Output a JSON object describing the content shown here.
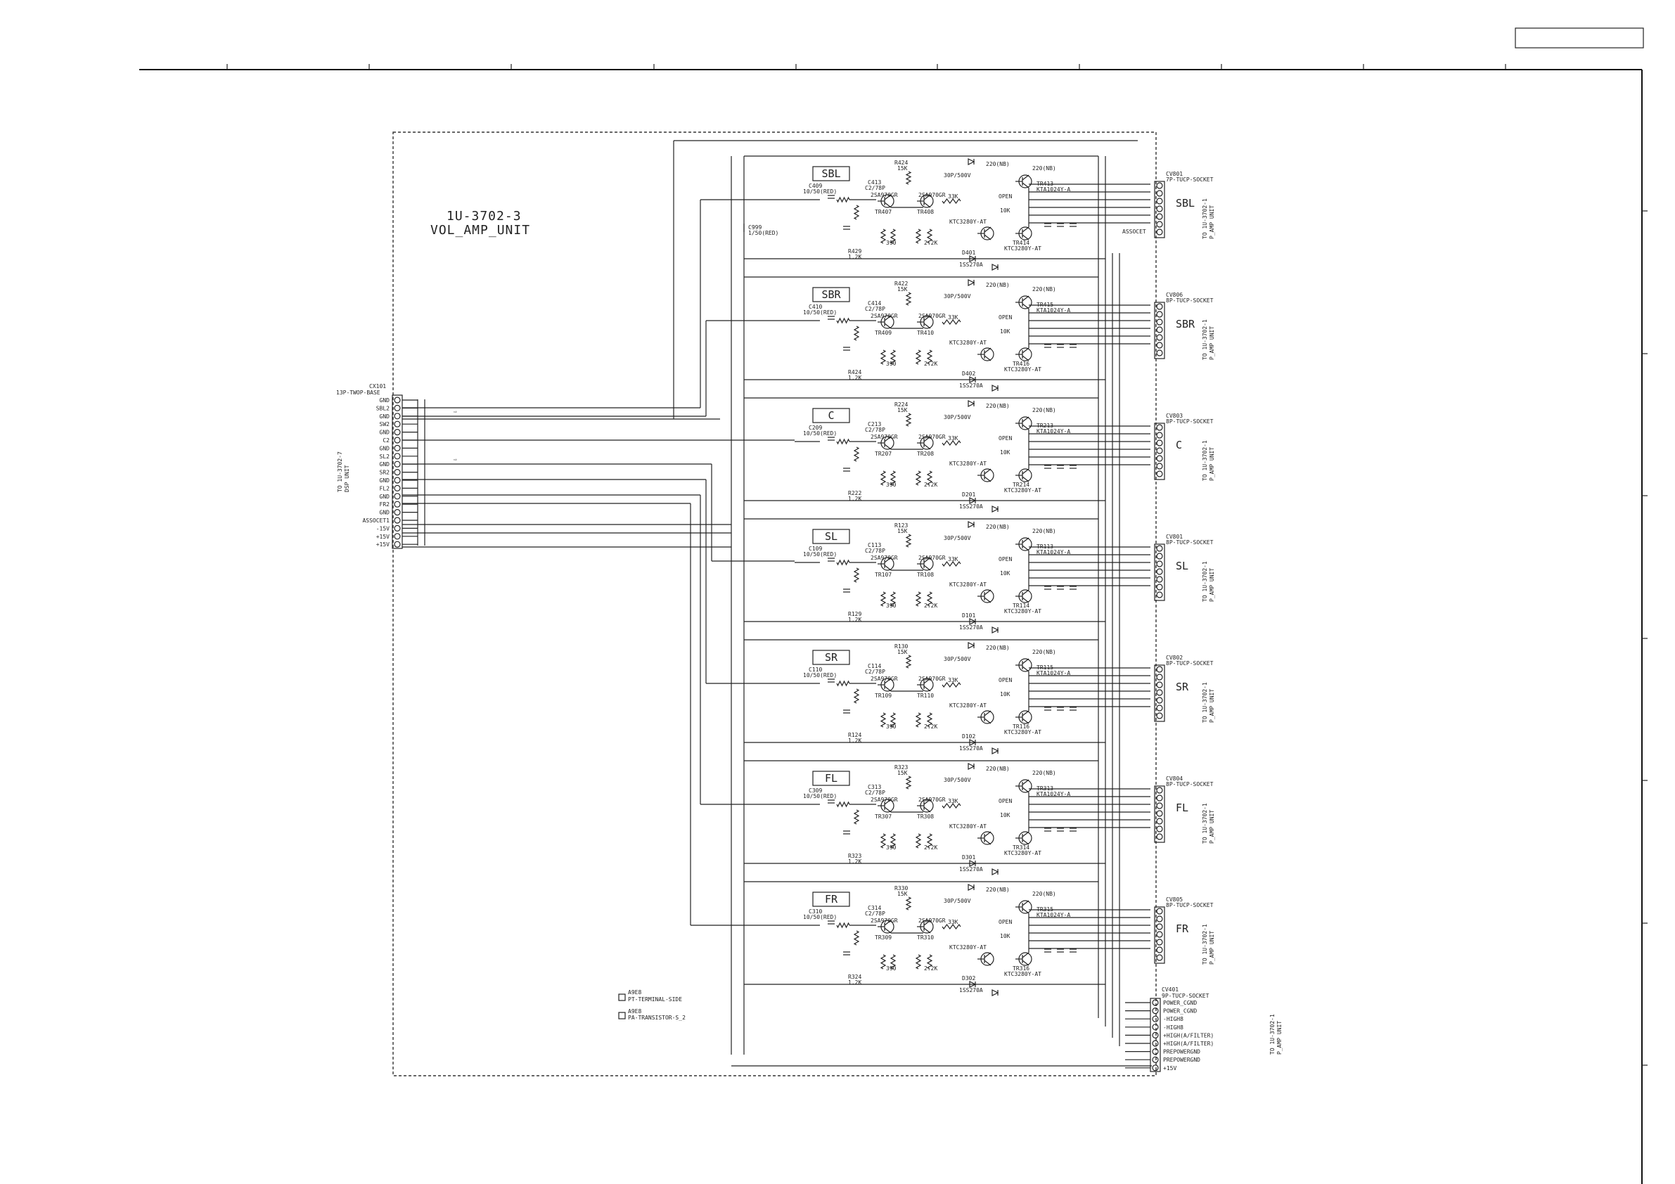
{
  "page": {
    "board_code": "1U-3702-3",
    "board_name": "VOL_AMP_UNIT"
  },
  "input_connector": {
    "ref": "CX101",
    "type": "13P-TWOP-BASE",
    "pins": [
      "GND",
      "SBL2",
      "GND",
      "SW2",
      "GND",
      "C2",
      "GND",
      "SL2",
      "GND",
      "SR2",
      "GND",
      "FL2",
      "GND",
      "FR2",
      "GND",
      "ASSOCET1",
      "-15V",
      "+15V",
      "+15V"
    ],
    "side_label_1": "TO 1U-3702-7",
    "side_label_2": "DSP UNIT"
  },
  "channels": [
    {
      "name": "SBL",
      "socket_ref": "CV801",
      "socket_type": "7P-TUCP-SOCKET",
      "cin": "C409",
      "cin_val": "10/50(RED)",
      "cf": "C413",
      "cf_val": "C2/78P",
      "rfb": "R424",
      "rfb_val": "15K",
      "tr_a": "TR407",
      "tr_b": "TR408",
      "tr_out_hi": "TR413",
      "tr_out_lo": "TR414",
      "out_pn_hi": "KTA1024Y-A",
      "out_pn_lo": "KTC3280Y-AT",
      "d_ref": "D401",
      "d_val": "1SS270A",
      "rb": "R429",
      "rb_val": "1.2K",
      "assoc": "ASSOCET"
    },
    {
      "name": "SBR",
      "socket_ref": "CV806",
      "socket_type": "8P-TUCP-SOCKET",
      "cin": "C410",
      "cin_val": "10/50(RED)",
      "cf": "C414",
      "cf_val": "C2/78P",
      "rfb": "R422",
      "rfb_val": "15K",
      "tr_a": "TR409",
      "tr_b": "TR410",
      "tr_out_hi": "TR415",
      "tr_out_lo": "TR416",
      "out_pn_hi": "KTA1024Y-A",
      "out_pn_lo": "KTC3280Y-AT",
      "d_ref": "D402",
      "d_val": "1SS270A",
      "rb": "R424",
      "rb_val": "1.2K",
      "assoc": ""
    },
    {
      "name": "C",
      "socket_ref": "CV803",
      "socket_type": "8P-TUCP-SOCKET",
      "cin": "C209",
      "cin_val": "10/50(RED)",
      "cf": "C213",
      "cf_val": "C2/78P",
      "rfb": "R224",
      "rfb_val": "15K",
      "tr_a": "TR207",
      "tr_b": "TR208",
      "tr_out_hi": "TR213",
      "tr_out_lo": "TR214",
      "out_pn_hi": "KTA1024Y-A",
      "out_pn_lo": "KTC3280Y-AT",
      "d_ref": "D201",
      "d_val": "1SS270A",
      "rb": "R222",
      "rb_val": "1.2K",
      "assoc": ""
    },
    {
      "name": "SL",
      "socket_ref": "CV801",
      "socket_type": "8P-TUCP-SOCKET",
      "cin": "C109",
      "cin_val": "10/50(RED)",
      "cf": "C113",
      "cf_val": "C2/78P",
      "rfb": "R123",
      "rfb_val": "15K",
      "tr_a": "TR107",
      "tr_b": "TR108",
      "tr_out_hi": "TR113",
      "tr_out_lo": "TR114",
      "out_pn_hi": "KTA1024Y-A",
      "out_pn_lo": "KTC3280Y-AT",
      "d_ref": "D101",
      "d_val": "1SS270A",
      "rb": "R129",
      "rb_val": "1.2K",
      "assoc": ""
    },
    {
      "name": "SR",
      "socket_ref": "CV802",
      "socket_type": "8P-TUCP-SOCKET",
      "cin": "C110",
      "cin_val": "10/50(RED)",
      "cf": "C114",
      "cf_val": "C2/78P",
      "rfb": "R130",
      "rfb_val": "15K",
      "tr_a": "TR109",
      "tr_b": "TR110",
      "tr_out_hi": "TR115",
      "tr_out_lo": "TR116",
      "out_pn_hi": "KTA1024Y-A",
      "out_pn_lo": "KTC3280Y-AT",
      "d_ref": "D102",
      "d_val": "1SS270A",
      "rb": "R124",
      "rb_val": "1.2K",
      "assoc": ""
    },
    {
      "name": "FL",
      "socket_ref": "CV804",
      "socket_type": "8P-TUCP-SOCKET",
      "cin": "C309",
      "cin_val": "10/50(RED)",
      "cf": "C313",
      "cf_val": "C2/78P",
      "rfb": "R323",
      "rfb_val": "15K",
      "tr_a": "TR307",
      "tr_b": "TR308",
      "tr_out_hi": "TR313",
      "tr_out_lo": "TR314",
      "out_pn_hi": "KTA1024Y-A",
      "out_pn_lo": "KTC3280Y-AT",
      "d_ref": "D301",
      "d_val": "1SS270A",
      "rb": "R323",
      "rb_val": "1.2K",
      "assoc": ""
    },
    {
      "name": "FR",
      "socket_ref": "CV805",
      "socket_type": "8P-TUCP-SOCKET",
      "cin": "C310",
      "cin_val": "10/50(RED)",
      "cf": "C314",
      "cf_val": "C2/78P",
      "rfb": "R330",
      "rfb_val": "15K",
      "tr_a": "TR309",
      "tr_b": "TR310",
      "tr_out_hi": "TR315",
      "tr_out_lo": "TR316",
      "out_pn_hi": "KTA1024Y-A",
      "out_pn_lo": "KTC3280Y-AT",
      "d_ref": "D302",
      "d_val": "1SS270A",
      "rb": "R324",
      "rb_val": "1.2K",
      "assoc": ""
    }
  ],
  "common_parts": {
    "pair_pn_a": "2SA970GR",
    "pair_pn_b": "2SA970GR",
    "driver_pn": "KTC3280Y-AT",
    "comp_cap": "30P/500V",
    "open_label": "OPEN",
    "res_220": "220(NB)",
    "res_33k": "33K",
    "res_22k": "2.2K",
    "res_390": "390",
    "res_10k": "10K"
  },
  "side_label": {
    "line1": "TO 1U-3702-1",
    "line2": "P_AMP UNIT"
  },
  "bulk_cap": {
    "ref": "C999",
    "val": "1/50(RED)"
  },
  "power_connector": {
    "ref": "CV401",
    "type": "9P-TUCP-SOCKET",
    "pins": [
      "POWER_CGND",
      "POWER_CGND",
      "-HIGH8",
      "-HIGH8",
      "+HIGH(A/FILTER)",
      "+HIGH(A/FILTER)",
      "PREPOWERGND",
      "PREPOWERGND",
      "+15V"
    ],
    "side_label_1": "TO 1U-3702-1",
    "side_label_2": "P_AMP UNIT"
  },
  "notes": [
    {
      "ref": "A9E8",
      "text": "PT-TERMINAL-SIDE"
    },
    {
      "ref": "A9E8",
      "text": "PA-TRANSISTOR-S_2"
    }
  ]
}
